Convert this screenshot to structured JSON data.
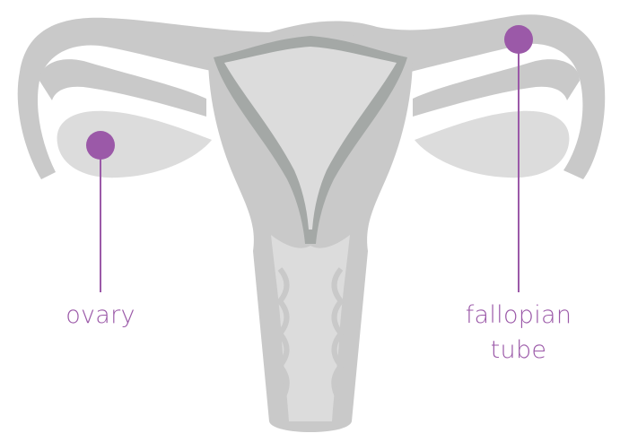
{
  "colors": {
    "background": "#ffffff",
    "tissue_light": "#c9c9c9",
    "tissue_lighter": "#dcdcdc",
    "tissue_dark": "#a4a8a6",
    "accent": "#9b59a8"
  },
  "labels": {
    "ovary": "ovary",
    "fallopian_line1": "fallopian",
    "fallopian_line2": "tube"
  }
}
